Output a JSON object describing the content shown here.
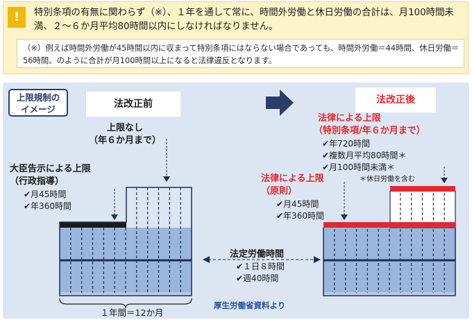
{
  "warning": {
    "icon": "!",
    "text": "特別条項の有無に関わらず（※）、１年を通して常に、時間外労働と休日労働の合計は、月100時間未満、２～６か月平均80時間以内にしなければなりません。"
  },
  "note": {
    "text": "（※）例えば時間外労働が45時間以内に収まって特別条項にはならない場合であっても、時間外労働＝44時間、休日労働＝56時間、のように合計が月100時間以上になると法律違反となります。"
  },
  "diagram": {
    "tag_line1": "上限規制の",
    "tag_line2": "イメージ",
    "before_label": "法改正前",
    "after_label": "法改正後",
    "before": {
      "no_limit_line1": "上限なし",
      "no_limit_line2": "（年６か月まで）",
      "minister_line1": "大臣告示による上限",
      "minister_line2": "（行政指導）",
      "minister_item1": "✔月45時間",
      "minister_item2": "✔年360時間"
    },
    "middle": {
      "title": "法定労働時間",
      "item1": "✔１日８時間",
      "item2": "✔週40時間"
    },
    "after": {
      "special_line1": "法律による上限",
      "special_line2": "（特別条項/年６か月まで）",
      "special_item1": "✔年720時間",
      "special_item2": "✔複数月平均80時間＊",
      "special_item3": "✔月100時間未満＊",
      "special_note": "＊休日労働を含む",
      "principle_line1": "法律による上限",
      "principle_line2": "（原則）",
      "principle_item1": "✔月45時間",
      "principle_item2": "✔年360時間"
    },
    "year_label": "１年間＝12か月",
    "credit": "厚生労働省資料より"
  },
  "colors": {
    "warning_bg": "#fdf3c8",
    "warning_icon": "#f3b800",
    "panel_bg": "#dce6f2",
    "navy": "#2b3d6b",
    "red": "#e0282e",
    "bar_fill": "#9bb6dd",
    "bar_deep": "#1f2f55"
  }
}
